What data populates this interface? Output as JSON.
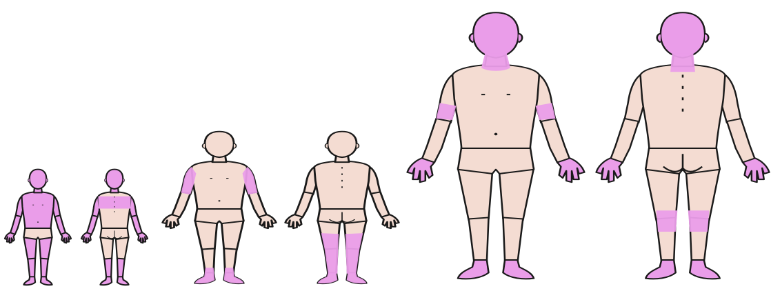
{
  "colors": {
    "skin": "#f4dcd2",
    "affected": "#ea9de9",
    "outline": "#1a1a1a",
    "background": "#ffffff"
  },
  "figures": [
    {
      "id": "infant-front",
      "view": "front",
      "age_group": "infant",
      "affected": [
        "head",
        "neck",
        "trunk",
        "arms",
        "hands",
        "legs",
        "feet"
      ]
    },
    {
      "id": "infant-back",
      "view": "back",
      "age_group": "infant",
      "affected": [
        "head",
        "neck",
        "upper-back",
        "arms",
        "hands",
        "legs",
        "feet"
      ]
    },
    {
      "id": "child-front",
      "view": "front",
      "age_group": "child",
      "affected": [
        "upper-arms",
        "ankles"
      ]
    },
    {
      "id": "child-back",
      "view": "back",
      "age_group": "child",
      "affected": [
        "lower-legs",
        "calves"
      ]
    },
    {
      "id": "adult-front",
      "view": "front",
      "age_group": "adult",
      "affected": [
        "face",
        "neck",
        "elbows",
        "hands",
        "feet"
      ]
    },
    {
      "id": "adult-back",
      "view": "back",
      "age_group": "adult",
      "affected": [
        "head",
        "neck",
        "hands",
        "knees",
        "feet"
      ]
    }
  ]
}
